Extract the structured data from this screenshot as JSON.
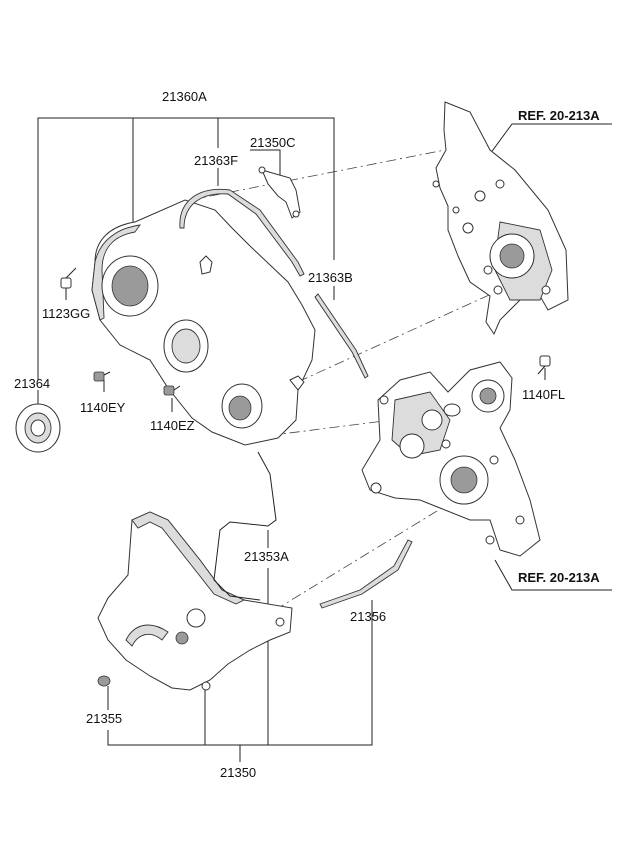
{
  "labels": {
    "p21360A": "21360A",
    "p21350C": "21350C",
    "p21363F": "21363F",
    "p21363B": "21363B",
    "p1123GG": "1123GG",
    "p21364": "21364",
    "p1140EY": "1140EY",
    "p1140EZ": "1140EZ",
    "p1140FL": "1140FL",
    "p21353A": "21353A",
    "p21356": "21356",
    "p21355": "21355",
    "p21350": "21350"
  },
  "references": {
    "top": "REF. 20-213A",
    "bottom": "REF. 20-213A"
  }
}
